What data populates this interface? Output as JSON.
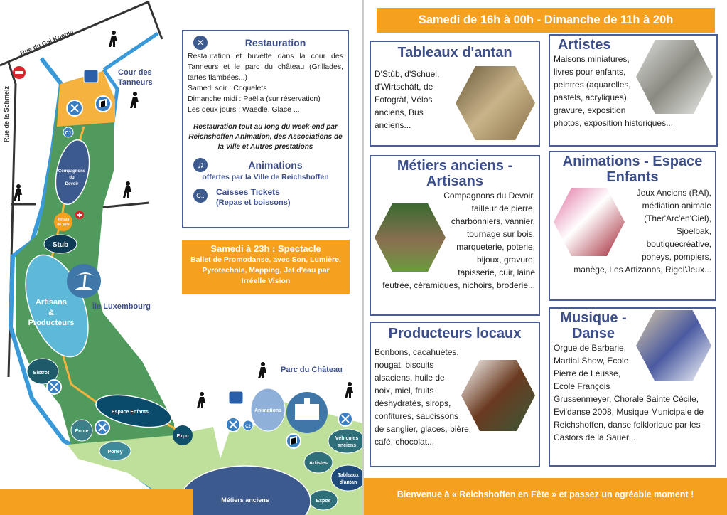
{
  "map": {
    "streets": {
      "koenig": "Rue du Gal Koenig",
      "schmelz": "Rue de la Schmelz"
    },
    "areas": {
      "cour": "Cour des Tanneurs",
      "ile": "Île Luxembourg",
      "parc": "Parc du Château"
    },
    "spots": {
      "c1": "C1",
      "c2": "C2",
      "compagnons": [
        "Compagnons",
        "du",
        "Devoir"
      ],
      "terrain": [
        "Terrain",
        "de jeux"
      ],
      "stub": "Stub",
      "artisans": [
        "Artisans",
        "&",
        "Producteurs"
      ],
      "bistrot": "Bistrot",
      "espace": "Espace Enfants",
      "ecole": "École",
      "poney": "Poney",
      "expo": "Expo",
      "animations": "Animations",
      "vehicules": [
        "Véhicules",
        "anciens"
      ],
      "artistes": "Artistes",
      "tableaux": [
        "Tableaux",
        "d'antan"
      ],
      "expos": "Expos",
      "metiers": "Métiers anciens"
    }
  },
  "info": {
    "restauration_title": "Restauration",
    "restauration_text": "Restauration et buvette dans la cour des Tanneurs et le parc du château (Grillades, tartes flambées...)",
    "samedi": "Samedi soir : Coquelets",
    "dimanche": "Dimanche midi : Paëlla (sur réservation)",
    "deux_jours": "Les deux jours : Wäedle, Glace ...",
    "note": "Restauration tout au long du week-end par Reichshoffen Animation, des Associations de la Ville et Autres prestations",
    "animations_title": "Animations",
    "animations_sub": "offertes par la Ville de Reichshoffen",
    "caisses_icon": "C..",
    "caisses_title": "Caisses Tickets",
    "caisses_sub": "(Repas et boissons)"
  },
  "spectacle": {
    "title": "Samedi à 23h : Spectacle",
    "text": "Ballet  de Promodanse, avec Son, Lumière, Pyrotechnie, Mapping, Jet d'eau par Irréelle Vision"
  },
  "banner": "Samedi de 16h à 00h - Dimanche de 11h à 20h",
  "cards": {
    "tableaux": {
      "title": "Tableaux d'antan",
      "text": "D'Stùb, d'Schuel, d'Wirtschàft, de Fotogràf, Vélos anciens, Bus anciens..."
    },
    "artistes": {
      "title": "Artistes",
      "text": "Maisons miniatures, livres pour enfants, peintres (aquarelles, pastels, acryliques), gravure, exposition photos, exposition historiques..."
    },
    "metiers": {
      "title": "Métiers anciens - Artisans",
      "text": "Compagnons du Devoir, tailleur de pierre, charbonniers, vannier, tournage sur bois, marqueterie, poterie, bijoux, gravure, tapisserie, cuir, laine feutrée, céramiques, nichoirs, broderie..."
    },
    "animations": {
      "title": "Animations - Espace Enfants",
      "text": "Jeux Anciens (RAI), médiation animale (Ther'Arc'en'Ciel), Sjoelbak, boutiquecréative, poneys, pompiers, manège, Les Artizanos, Rigol'Jeux..."
    },
    "producteurs": {
      "title": "Producteurs locaux",
      "text": "Bonbons, cacahuètes, nougat, biscuits alsaciens, huile de noix, miel, fruits déshydratés, sirops, confitures, saucissons de sanglier, glaces, bière, café, chocolat..."
    },
    "musique": {
      "title": "Musique - Danse",
      "text": "Orgue de Barbarie, Martial Show, Ecole Pierre de Leusse, Ecole François Grussenmeyer, Chorale Sainte Cécile, Evi'danse 2008, Musique Municipale de Reichshoffen, danse folklorique par les Castors de la Sauer..."
    }
  },
  "footer": "Bienvenue à « Reichshoffen en Fête » et passez un agréable moment !",
  "colors": {
    "orange": "#f5a01e",
    "navy": "#3d4f8a",
    "river": "#3a9ad9",
    "green": "#4f9a5c",
    "lightgreen": "#bfe09a"
  }
}
